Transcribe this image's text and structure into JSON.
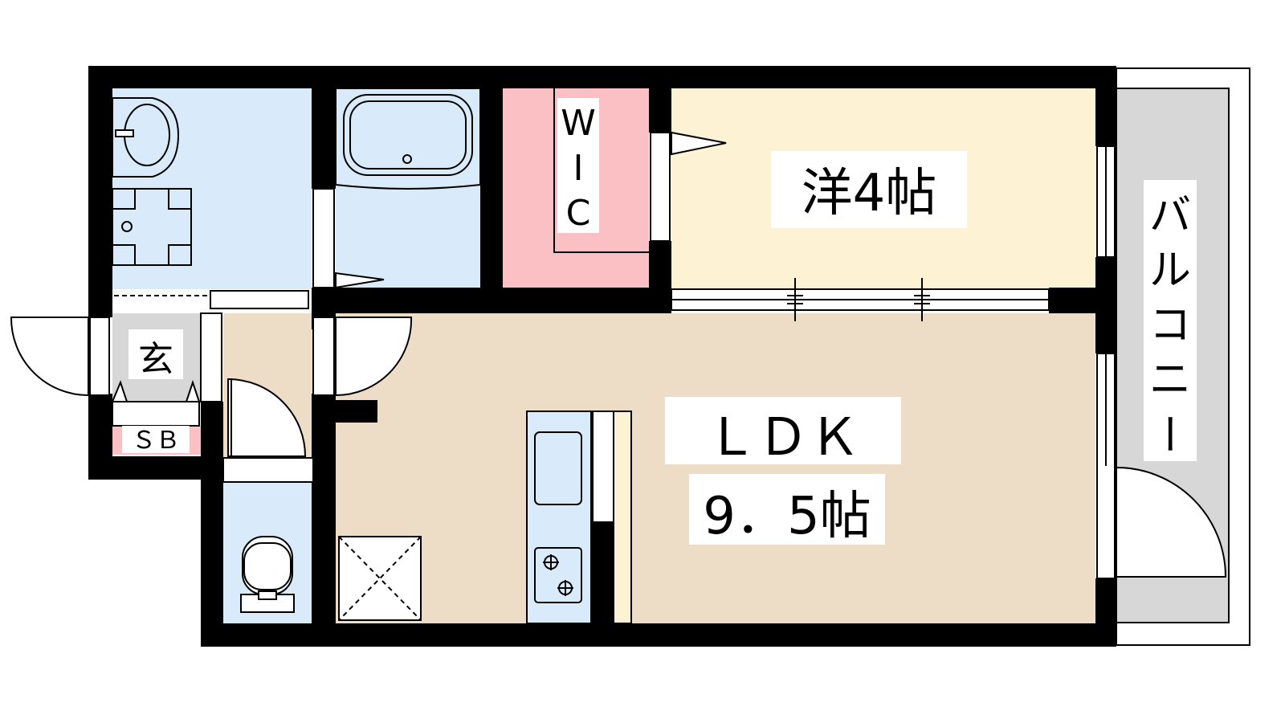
{
  "rooms": {
    "western": {
      "label": "洋4帖"
    },
    "ldk": {
      "line1": "ＬＤＫ",
      "line2": "9．5帖"
    },
    "wic": {
      "letters": [
        "W",
        "I",
        "C"
      ]
    },
    "balcony": {
      "letters": [
        "バ",
        "ル",
        "コ",
        "ニ",
        "ー"
      ]
    },
    "entrance": {
      "label": "玄"
    },
    "shoe_box": {
      "label": "ＳＢ"
    }
  },
  "colors": {
    "wall": "#000000",
    "wet_area": "#d9ebfb",
    "western": "#fdf2d4",
    "ldk": "#eddcc6",
    "wic": "#fbc0c3",
    "entrance": "#d7d7d7",
    "balcony": "#d7d7d7",
    "shoe_box": "#fbc0c3"
  }
}
